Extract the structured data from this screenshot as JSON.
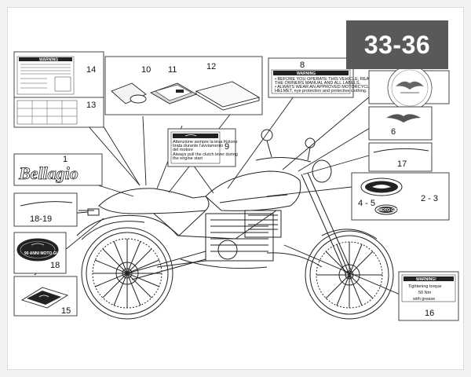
{
  "badge": "33-36",
  "callouts": {
    "c1": "1",
    "c2_3": "2 - 3",
    "c4_5": "4 - 5",
    "c6": "6",
    "c8": "8",
    "c9": "9",
    "c10": "10",
    "c11": "11",
    "c12": "12",
    "c13": "13",
    "c14": "14",
    "c15": "15",
    "c16": "16",
    "c17": "17",
    "c18": "18",
    "c18_19": "18-19"
  },
  "decal_1_text": "Bellagio",
  "sticker_8": {
    "heading": "WARNING",
    "lines": [
      "• BEFORE YOU OPERATE THIS VEHICLE, READ",
      "THE OWNERS MANUAL AND ALL LABELS.",
      "• ALWAYS WEAR AN APPROVED MOTORCYCLE",
      "HELMET, eye protection and protective clothing."
    ]
  },
  "sticker_9": {
    "lines": [
      "Attenzione sempre la leva frizione",
      "tirata durante l'avviamento",
      "del motore",
      "Always pull the clutch lever during",
      "the engine start"
    ]
  },
  "sticker_14": {
    "heading": "WARNING"
  },
  "sticker_16": {
    "heading": "WARNING!",
    "lines": [
      "Tightening torque",
      "50 Nm",
      "with grease"
    ]
  },
  "plate_18_text": "90 ANNI MOTO GUZZI",
  "badge_2_3_text": "MOTO GUZZI"
}
